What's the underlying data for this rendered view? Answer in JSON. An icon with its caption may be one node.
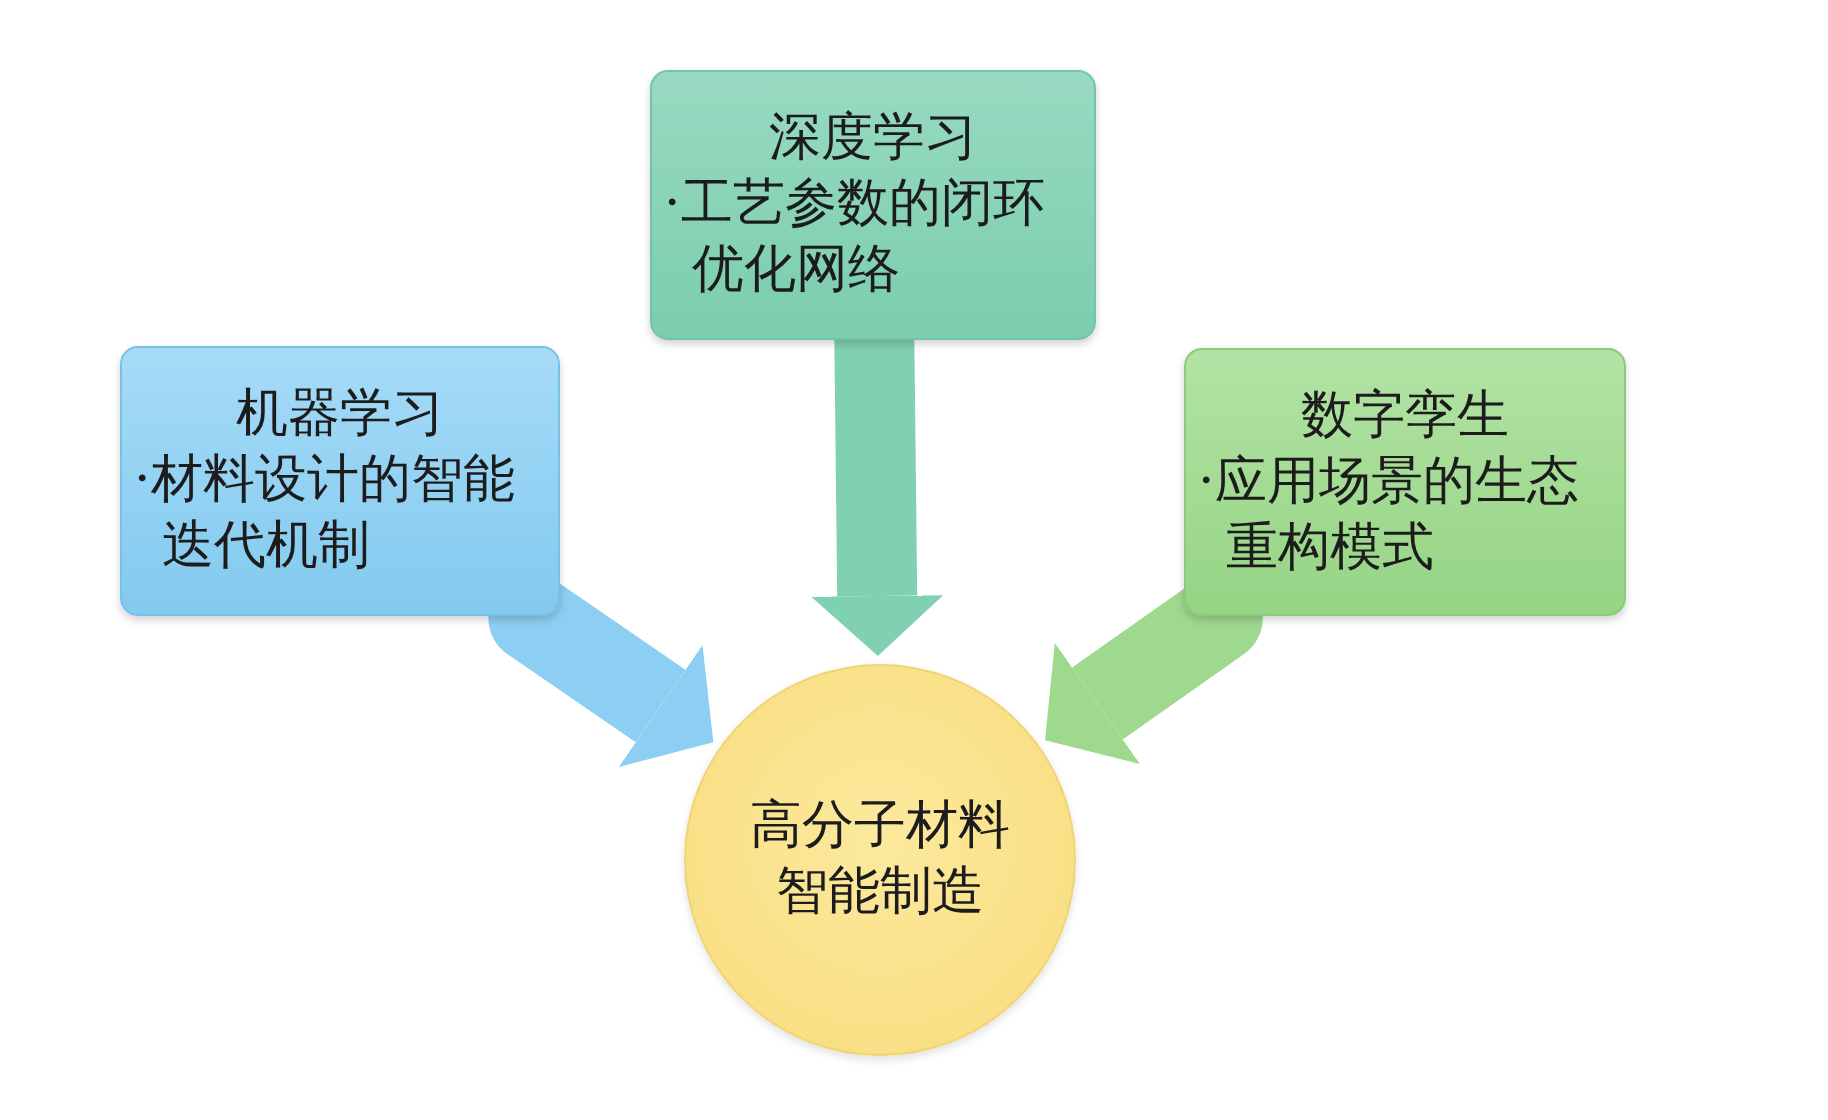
{
  "diagram": {
    "nodes": [
      {
        "text": [
          "深度学习",
          "·工艺参数的闭环优化网络"
        ]
      },
      {
        "text": [
          "机器学习",
          "·材料设计的智能迭代机制"
        ]
      },
      {
        "text": [
          "数字孪生",
          "·应用场景的生态重构模式"
        ]
      },
      {
        "text": [
          "高分子材料智能制造"
        ]
      }
    ],
    "edges": [
      {
        "from": 0,
        "to": 3,
        "arrow": "to",
        "color": "#80d0b2"
      },
      {
        "from": 1,
        "to": 3,
        "arrow": "to",
        "color": "#8dcff2"
      },
      {
        "from": 2,
        "to": 3,
        "arrow": "to",
        "color": "#9fd98e"
      }
    ]
  }
}
